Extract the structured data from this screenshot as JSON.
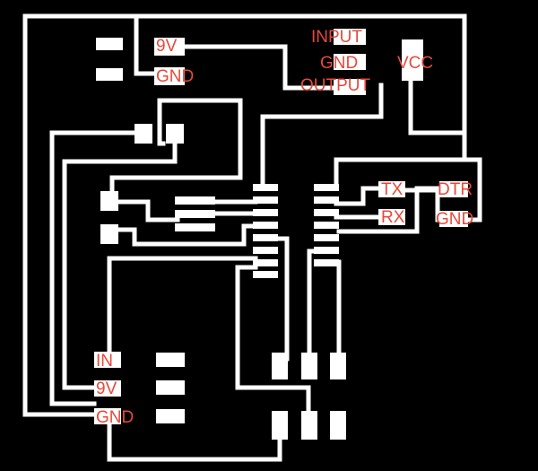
{
  "colors": {
    "background": "#000000",
    "trace": "#ffffff",
    "label": "#e8493b"
  },
  "labels": {
    "v9_top": "9V",
    "gnd_top": "GND",
    "input": "INPUT",
    "gnd_sensor": "GND",
    "output": "OUTPUT",
    "vcc": "VCC",
    "tx": "TX",
    "rx": "RX",
    "dtr": "DTR",
    "gnd_ftdi": "GND",
    "in_reg": "IN",
    "v9_reg": "9V",
    "gnd_reg": "GND"
  }
}
